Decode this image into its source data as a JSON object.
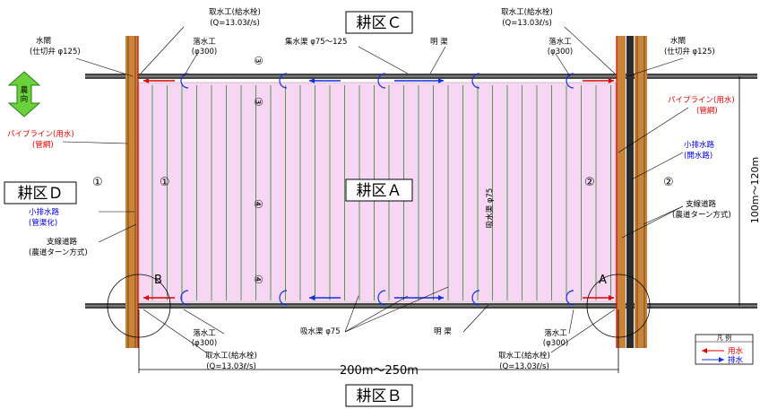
{
  "colors": {
    "field_fill": "#f7d6f3",
    "pipe_red": "#e00000",
    "pipe_blue": "#1030e0",
    "drain_green": "#2a8a2a",
    "road_brown": "#c8843a",
    "canal_dark": "#333333"
  },
  "zones": {
    "top": "耕区Ｃ",
    "bottom": "耕区Ｂ",
    "left": "耕区Ｄ",
    "center": "耕区Ａ"
  },
  "labels": {
    "intake_tl_1": "取水工(給水栓)",
    "intake_tl_2": "(Q=13.03ℓ/s)",
    "intake_tr_1": "取水工(給水栓)",
    "intake_tr_2": "(Q=13.03ℓ/s)",
    "intake_bl_1": "取水工(給水栓)",
    "intake_bl_2": "(Q=13.03ℓ/s)",
    "intake_br_1": "取水工(給水栓)",
    "intake_br_2": "(Q=13.03ℓ/s)",
    "drop_tl_1": "落水工",
    "drop_tl_2": "(φ300)",
    "drop_tr_1": "落水工",
    "drop_tr_2": "(φ300)",
    "drop_bl_1": "落水工",
    "drop_bl_2": "(φ300)",
    "drop_br_1": "落水工",
    "drop_br_2": "(φ300)",
    "gate_l_1": "水閘",
    "gate_l_2": "(仕切弁 φ125)",
    "gate_r_1": "水閘",
    "gate_r_2": "(仕切弁 φ125)",
    "collector": "集水渠 φ75〜125",
    "open_canal_top": "明 渠",
    "open_canal_bottom": "明 渠",
    "suction_bottom": "吸水渠 φ75",
    "suction_center": "吸水渠 φ75",
    "pipeline_l_1": "パイプライン(用水)",
    "pipeline_l_2": "(管網)",
    "pipeline_r_1": "パイプライン(用水)",
    "pipeline_r_2": "(管網)",
    "small_drain_l_1": "小排水路",
    "small_drain_l_2": "(管渠化)",
    "small_drain_r_1": "小排水路",
    "small_drain_r_2": "(開水路)",
    "road_l_1": "支線道路",
    "road_l_2": "(農道ターン方式)",
    "road_r_1": "支線道路",
    "road_r_2": "(農道ターン方式)",
    "dim_width": "200m〜250m",
    "dim_height": "100m〜120m",
    "farm_road_1": "農",
    "farm_road_2": "向",
    "corner_a": "A",
    "corner_b": "B",
    "sec1a": "①",
    "sec1b": "①",
    "sec2a": "②",
    "sec2b": "②",
    "sec3a": "③",
    "sec3b": "③",
    "sec4a": "④",
    "sec4b": "④"
  },
  "legend": {
    "title": "凡 例",
    "items": [
      {
        "label": "用水",
        "color": "#e00000"
      },
      {
        "label": "排水",
        "color": "#1030e0"
      }
    ]
  }
}
